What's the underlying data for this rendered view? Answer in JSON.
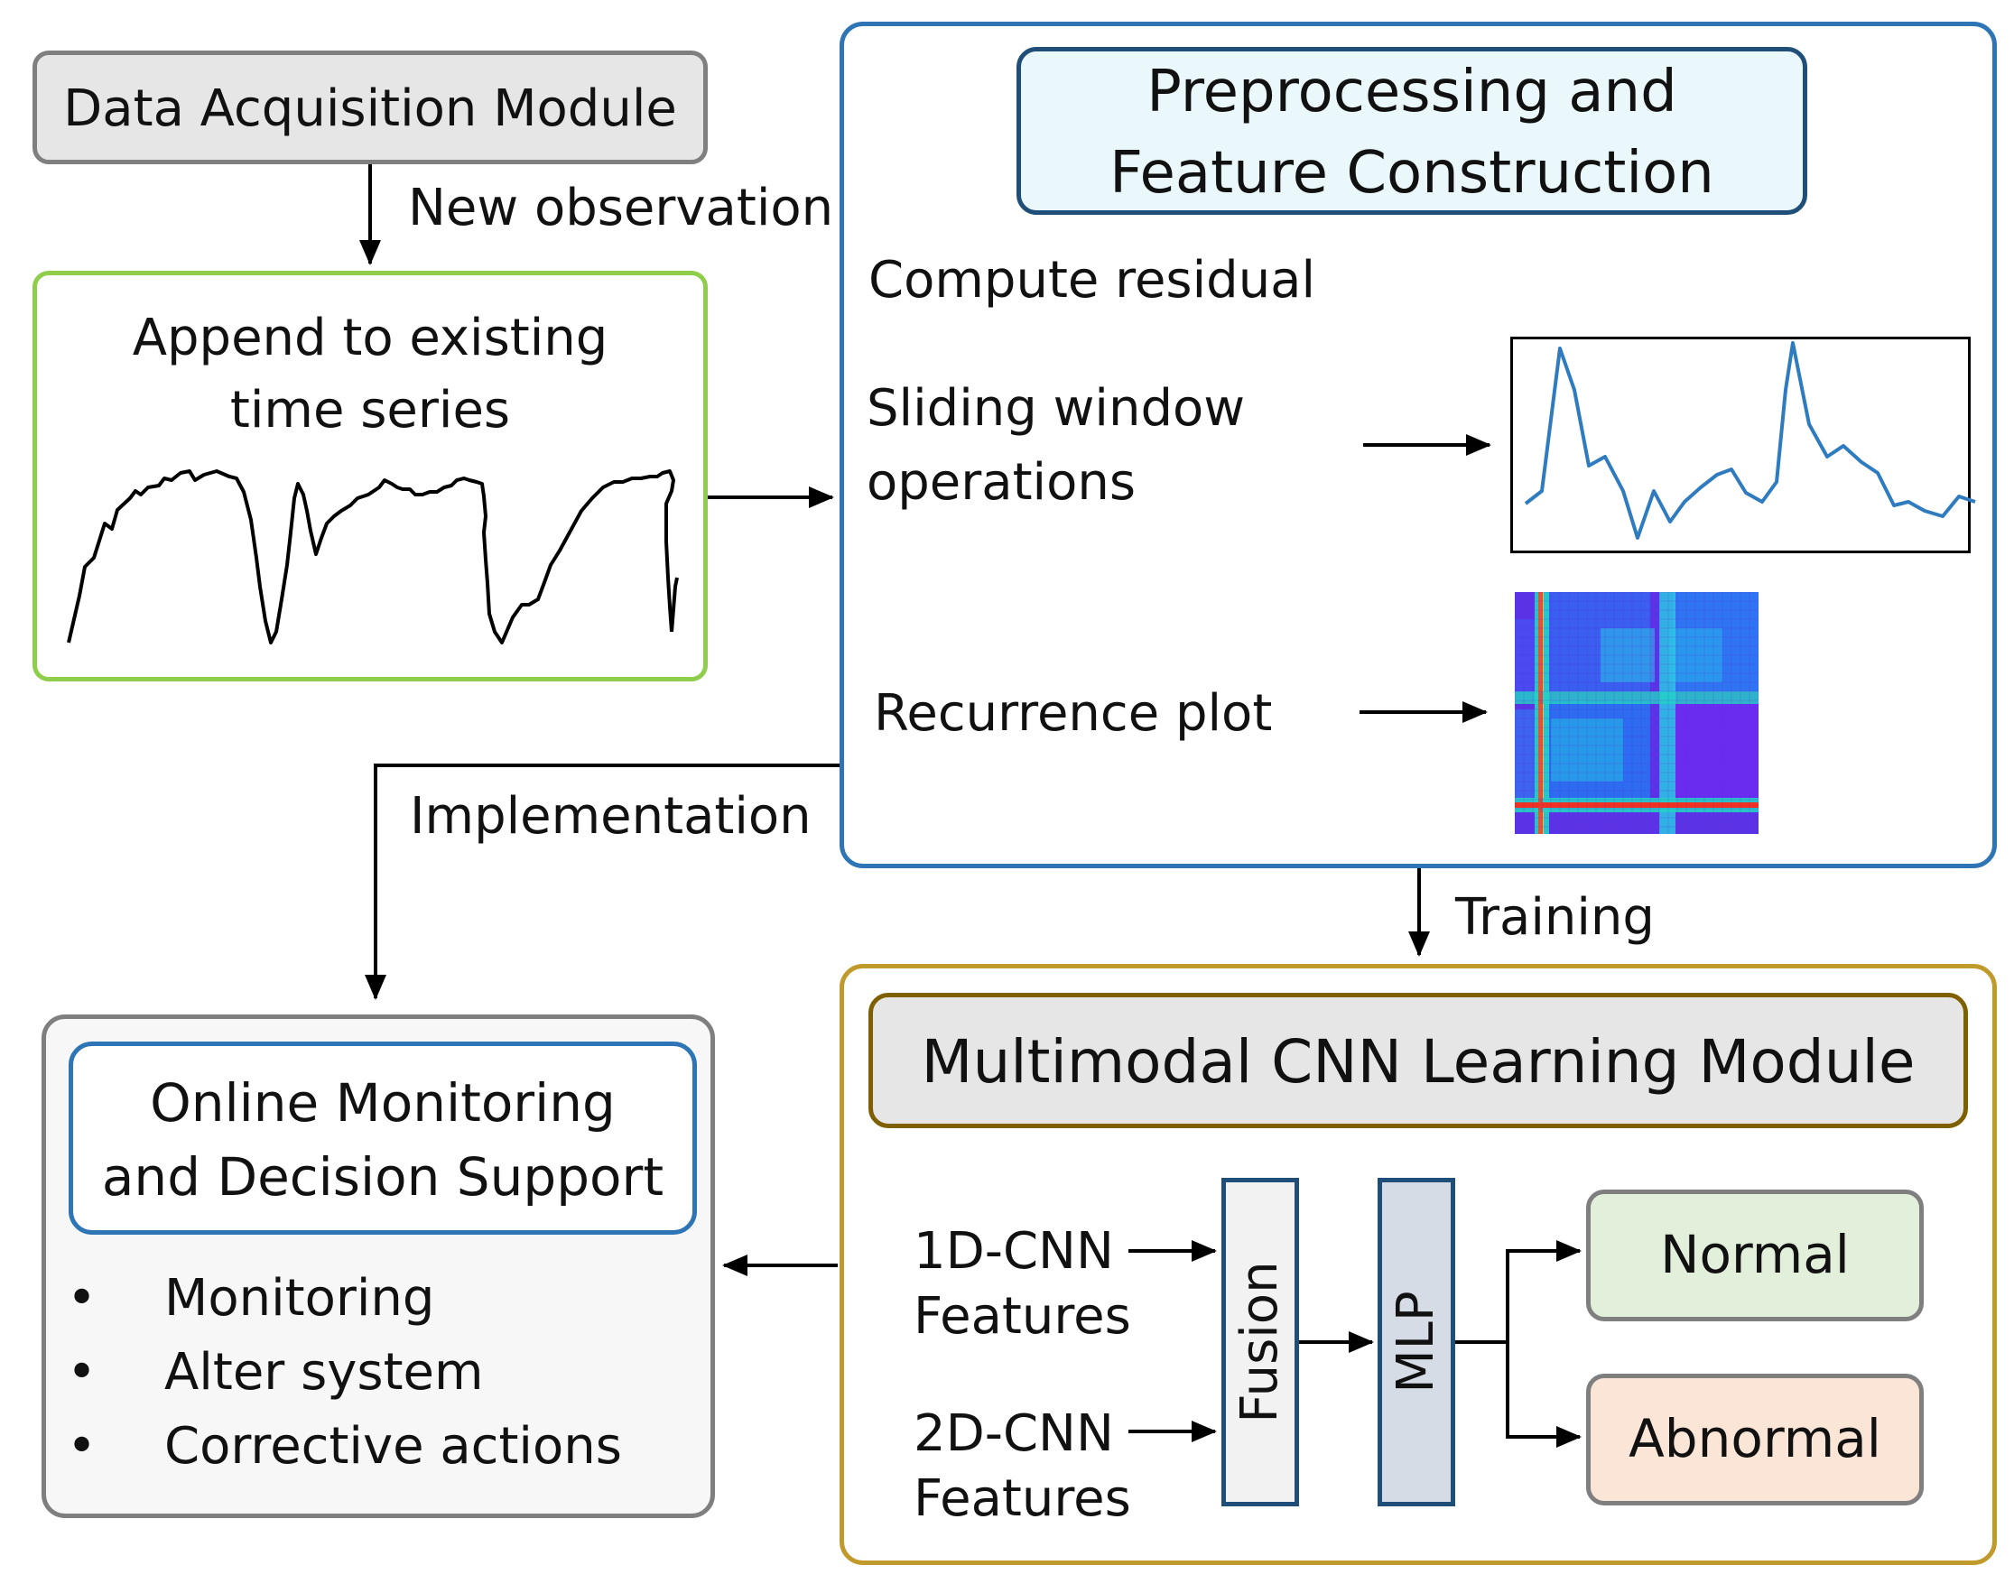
{
  "acquisition": {
    "label": "Data Acquisition Module"
  },
  "new_observation": {
    "label": "New observation"
  },
  "append": {
    "line1": "Append to existing",
    "line2": "time series"
  },
  "preprocessing": {
    "title_line1": "Preprocessing and",
    "title_line2": "Feature Construction",
    "compute_residual": "Compute  residual",
    "sliding_line1": "Sliding window",
    "sliding_line2": "operations",
    "recurrence": "Recurrence  plot"
  },
  "implementation": {
    "label": "Implementation"
  },
  "training": {
    "label": "Training"
  },
  "monitoring": {
    "title_line1": "Online Monitoring",
    "title_line2": "and Decision Support",
    "bullets": [
      "Monitoring",
      "Alter system",
      "Corrective actions"
    ]
  },
  "cnn": {
    "title": "Multimodal CNN Learning Module",
    "f1_line1": "1D-CNN",
    "f1_line2": "Features",
    "f2_line1": "2D-CNN",
    "f2_line2": "Features",
    "fusion": "Fusion",
    "mlp": "MLP",
    "normal": "Normal",
    "abnormal": "Abnormal"
  },
  "colors": {
    "green_border": "#8fce4a",
    "blue_border": "#2e75b6",
    "gold_border": "#c09a2a",
    "gray_border": "#808080",
    "normal_fill": "#e2efda",
    "abnormal_fill": "#fbe5d6",
    "mlp_fill": "#d6dce5",
    "line_blue": "#2e7bbf"
  }
}
